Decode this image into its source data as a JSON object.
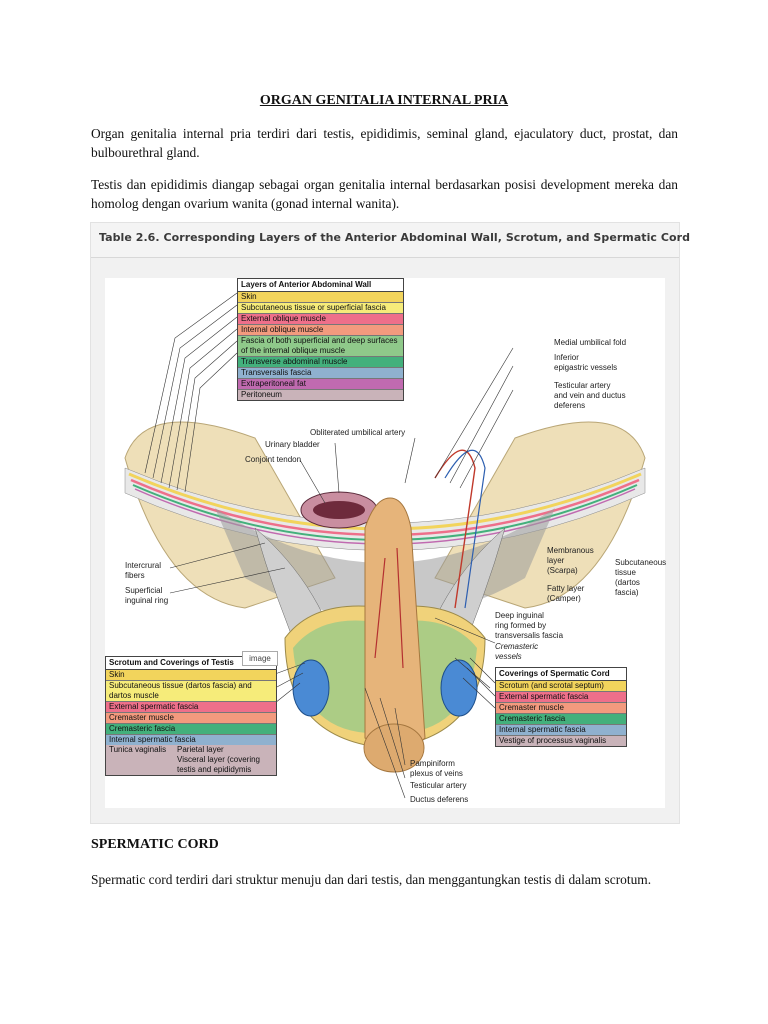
{
  "document": {
    "title": "ORGAN GENITALIA INTERNAL PRIA",
    "paragraph1": "Organ genitalia internal pria terdiri dari testis, epididimis, seminal gland, ejaculatory duct, prostat, dan bulbourethral gland.",
    "paragraph2": "Testis dan epididimis diangap sebagai organ genitalia internal berdasarkan posisi development mereka dan homolog dengan ovarium wanita (gonad internal wanita).",
    "section_heading": "SPERMATIC CORD",
    "paragraph3": "Spermatic cord terdiri dari struktur menuju dan dari testis, dan menggantungkan testis di dalam scrotum."
  },
  "figure": {
    "title": "Table 2.6. Corresponding Layers of the Anterior Abdominal Wall, Scrotum, and Spermatic Cord",
    "image_chip": "image",
    "abdominal_table": {
      "header": "Layers of Anterior Abdominal Wall",
      "rows": [
        {
          "label": "Skin",
          "color": "#f2d45c"
        },
        {
          "label": "Subcutaneous tissue or superficial fascia",
          "color": "#f6ec7a"
        },
        {
          "label": "External oblique muscle",
          "color": "#ee6f8a"
        },
        {
          "label": "Internal oblique muscle",
          "color": "#f39a7e"
        },
        {
          "label": "Fascia of both superficial and deep surfaces of the internal oblique muscle",
          "color": "#8fc98a"
        },
        {
          "label": "Transverse abdominal muscle",
          "color": "#43b07c"
        },
        {
          "label": "Transversalis fascia",
          "color": "#8fb1cf"
        },
        {
          "label": "Extraperitoneal fat",
          "color": "#c06ab0"
        },
        {
          "label": "Peritoneum",
          "color": "#c9b3b9"
        }
      ]
    },
    "testis_table": {
      "header": "Scrotum and Coverings of Testis",
      "rows": [
        {
          "label": "Skin",
          "color": "#f2d45c"
        },
        {
          "label": "Subcutaneous tissue (dartos fascia) and dartos muscle",
          "color": "#f6ec7a"
        },
        {
          "label": "External spermatic fascia",
          "color": "#ee6f8a"
        },
        {
          "label": "Cremaster muscle",
          "color": "#f39a7e"
        },
        {
          "label": "Cremasteric fascia",
          "color": "#43b07c"
        },
        {
          "label": "Internal spermatic fascia",
          "color": "#8fb1cf"
        }
      ],
      "tunica": {
        "label": "Tunica vaginalis",
        "parietal": "Parietal layer",
        "visceral": "Visceral layer (covering testis and epididymis",
        "color": "#c9b3b9"
      }
    },
    "cord_table": {
      "header": "Coverings of Spermatic Cord",
      "rows": [
        {
          "label": "Scrotum (and scrotal septum)",
          "color": "#f2d45c"
        },
        {
          "label": "External spermatic fascia",
          "color": "#ee6f8a"
        },
        {
          "label": "Cremaster muscle",
          "color": "#f39a7e"
        },
        {
          "label": "Cremasteric fascia",
          "color": "#43b07c"
        },
        {
          "label": "Internal spermatic fascia",
          "color": "#8fb1cf"
        },
        {
          "label": "Vestige of processus vaginalis",
          "color": "#c9b3b9"
        }
      ]
    },
    "labels": {
      "medial_umbilical_fold": "Medial umbilical fold",
      "inferior_epigastric": "Inferior\nepigastric vessels",
      "testicular_artery_vein": "Testicular artery\nand vein and ductus\ndeferens",
      "obliterated_umbilical": "Obliterated umbilical artery",
      "urinary_bladder": "Urinary bladder",
      "conjoint_tendon": "Conjoint  tendon",
      "intercrural_fibers": "Intercrural\nfibers",
      "superficial_inguinal_ring": "Superficial\ninguinal ring",
      "membranous_layer": "Membranous\nlayer\n(Scarpa)",
      "fatty_layer": "Fatty layer\n(Camper)",
      "subcutaneous_tissue": "Subcutaneous\ntissue\n(dartos\nfascia)",
      "deep_inguinal_ring": "Deep inguinal\nring formed by\ntransversalis fascia",
      "cremasteric_vessels": "Cremasteric\nvessels",
      "pampiniform": "Pampiniform\nplexus of veins",
      "testicular_artery": "Testicular artery",
      "ductus_deferens": "Ductus deferens"
    }
  }
}
